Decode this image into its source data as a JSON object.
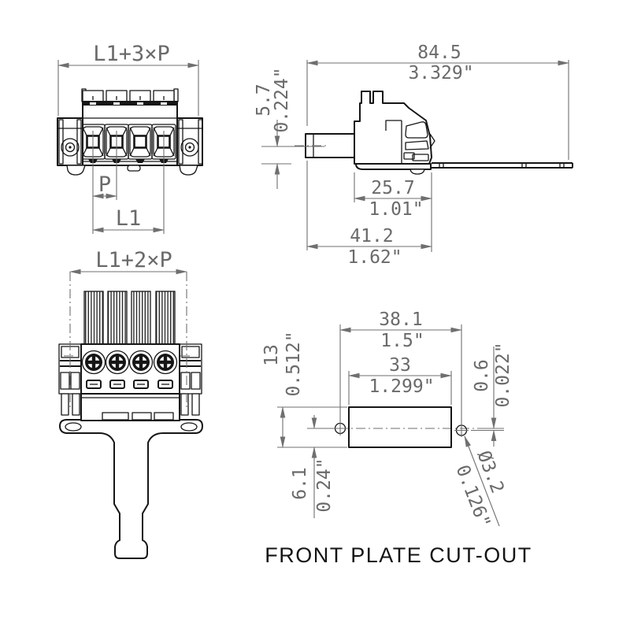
{
  "drawing": {
    "caption": "FRONT PLATE CUT-OUT",
    "front_view": {
      "dim_overall": "L1+3×P",
      "dim_pitch": "P",
      "dim_l1": "L1"
    },
    "side_view": {
      "dim_width_mm": "84.5",
      "dim_width_in": "3.329\"",
      "dim_pin_mm": "5.7",
      "dim_pin_in": "0.224\"",
      "dim_body_mm": "25.7",
      "dim_body_in": "1.01\"",
      "dim_depth_mm": "41.2",
      "dim_depth_in": "1.62\""
    },
    "rear_view": {
      "dim_overall": "L1+2×P"
    },
    "cutout_view": {
      "dim_holes_mm": "38.1",
      "dim_holes_in": "1.5\"",
      "dim_width_mm": "33",
      "dim_width_in": "1.299\"",
      "dim_height_mm": "13",
      "dim_height_in": "0.512\"",
      "dim_center_mm": "6.1",
      "dim_center_in": "0.24\"",
      "dim_offset_mm": "0.6",
      "dim_offset_in": "0.022\"",
      "dim_dia_mm": "Ø3.2",
      "dim_dia_in": "0.126\""
    }
  }
}
